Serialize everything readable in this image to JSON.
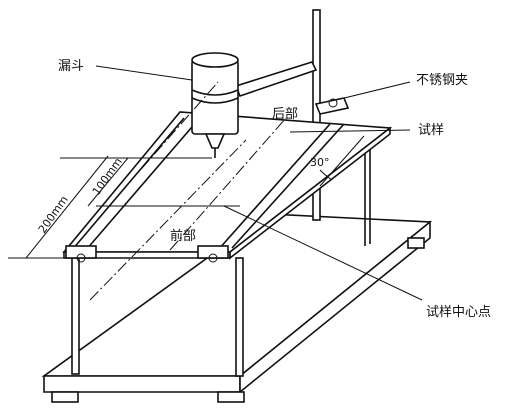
{
  "labels": {
    "funnel": "漏斗",
    "stainless_clip": "不锈钢夹",
    "specimen": "试样",
    "rear": "后部",
    "front": "前部",
    "specimen_center": "试样中心点",
    "angle": "30°",
    "dim_200": "200mm",
    "dim_100": "100mm"
  }
}
